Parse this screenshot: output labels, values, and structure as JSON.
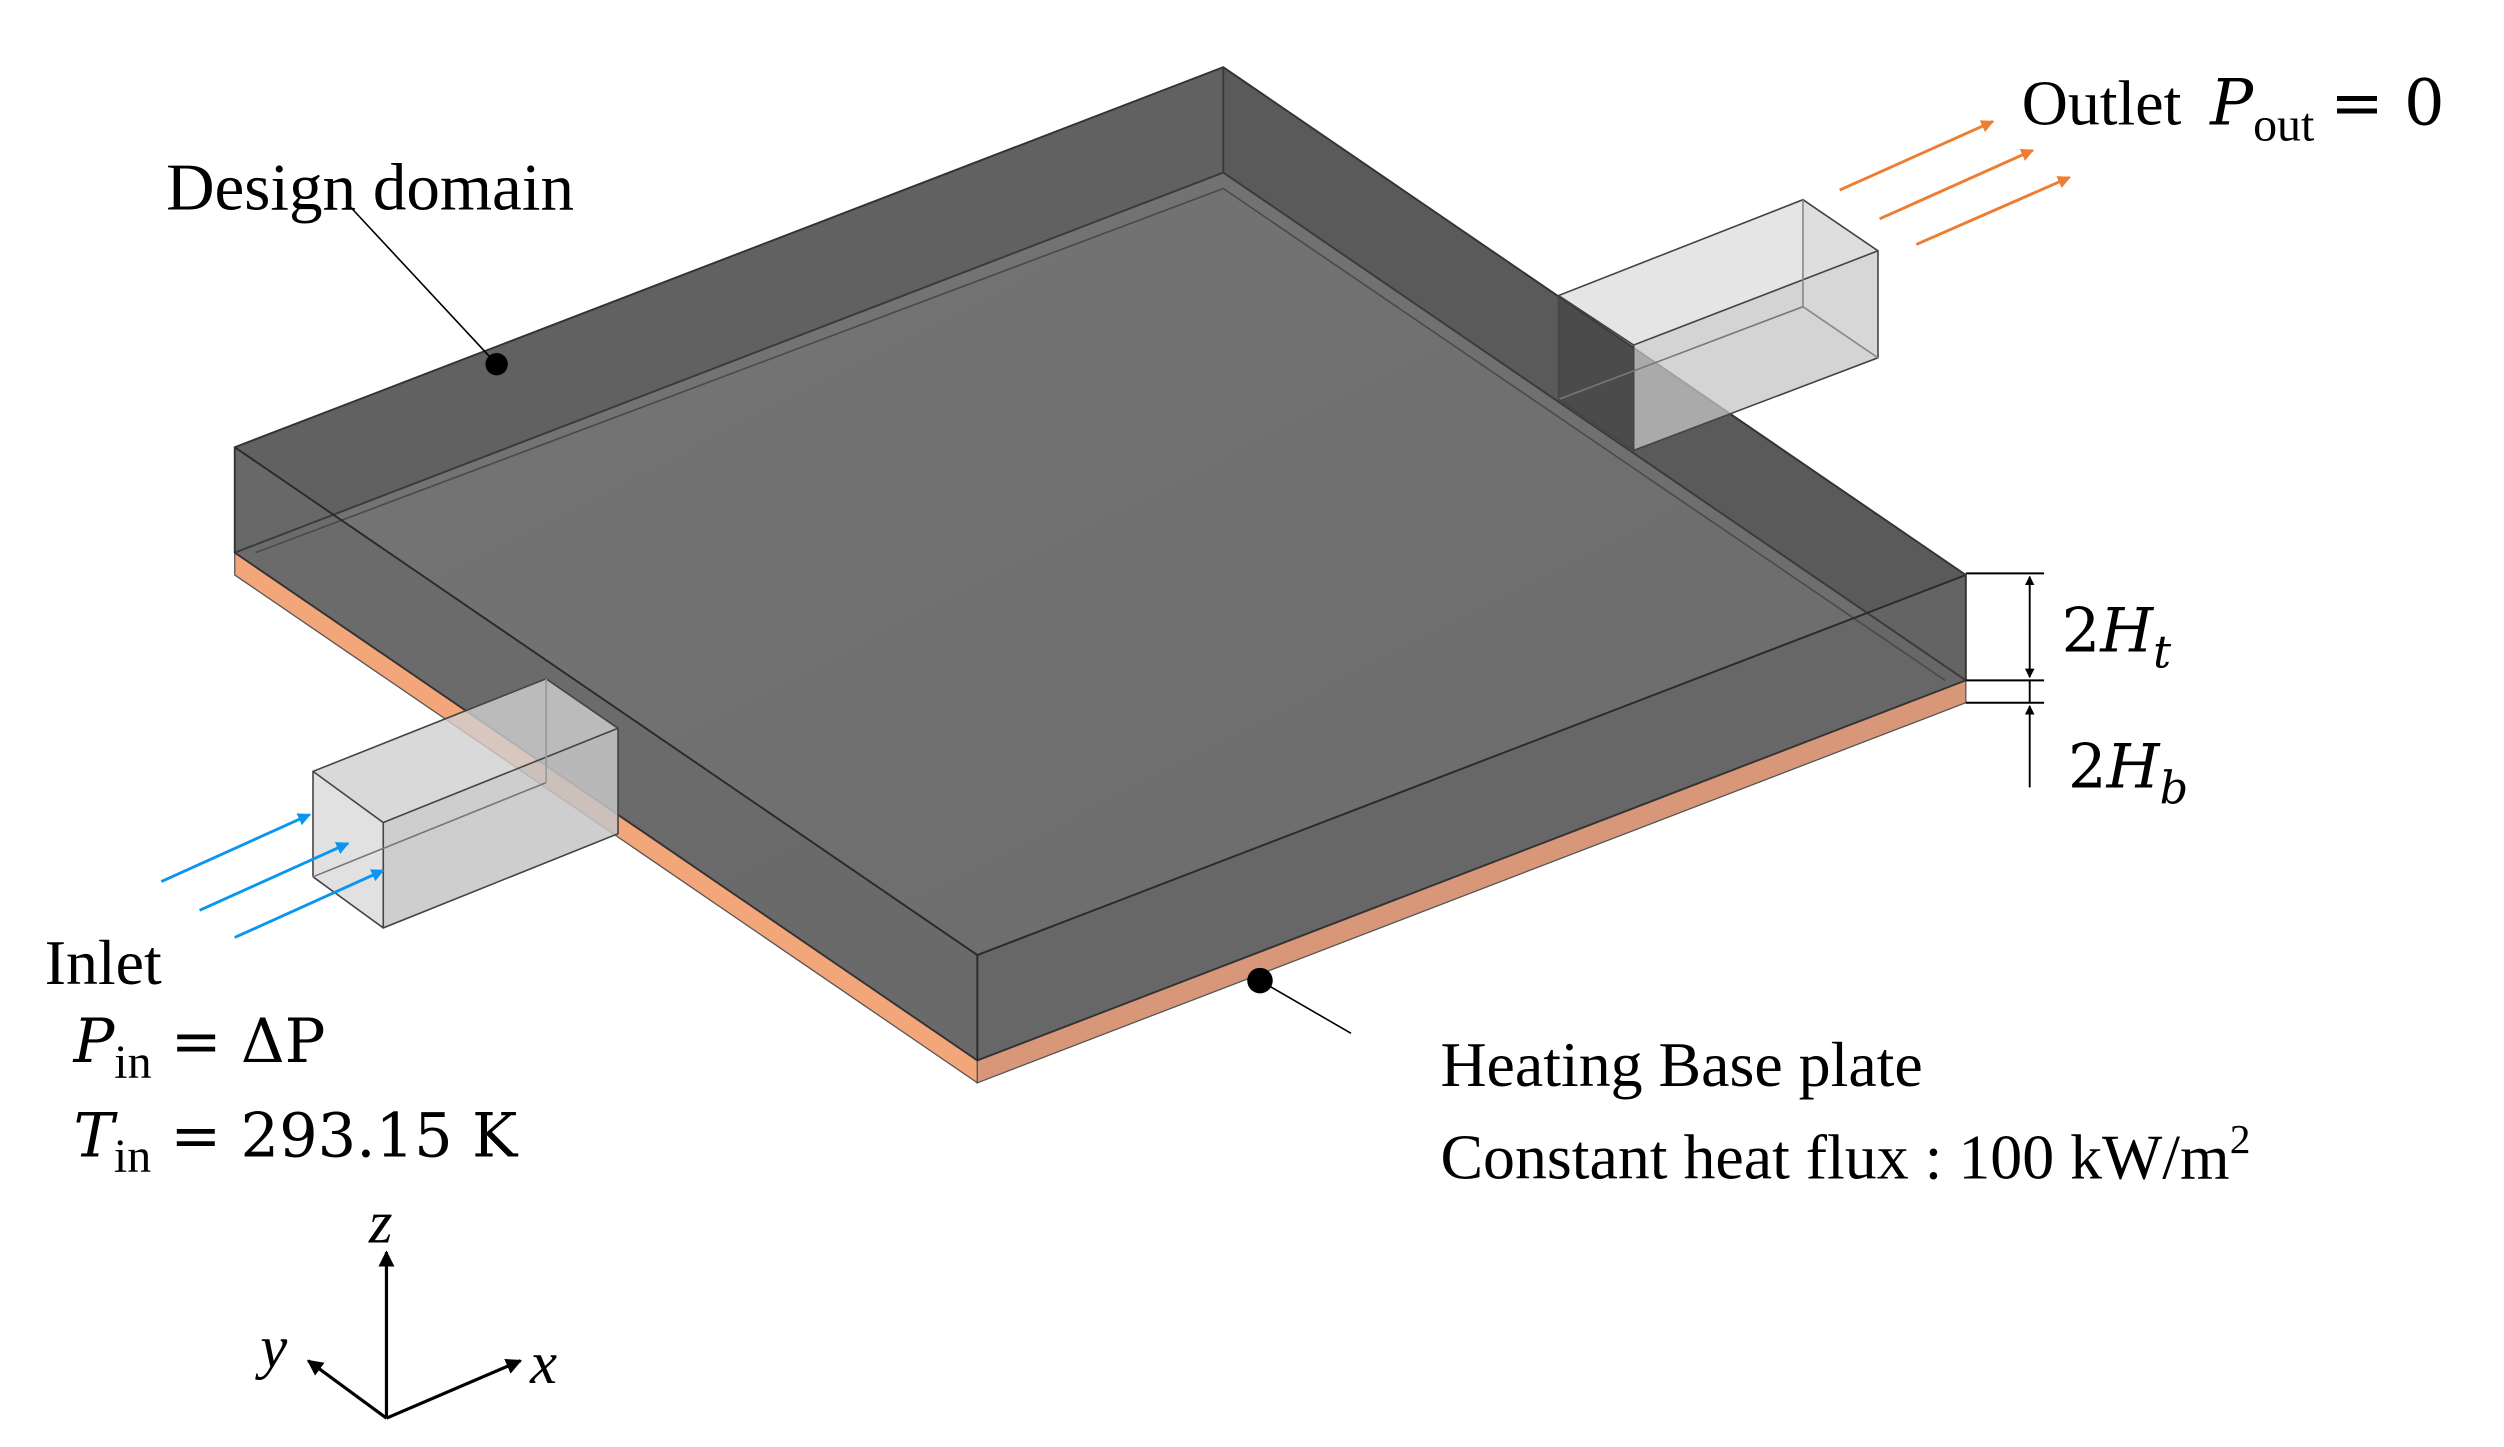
{
  "labels": {
    "design_domain": "Design domain",
    "outlet": {
      "prefix": "Outlet",
      "var": "P",
      "sub": "out",
      "rhs": "= 0"
    },
    "inlet": {
      "title": "Inlet",
      "pressure": {
        "var": "P",
        "sub": "in",
        "rhs": "= ΔP"
      },
      "temperature": {
        "var": "T",
        "sub": "in",
        "rhs": "= 293.15 K"
      }
    },
    "heating": {
      "line1": "Heating Base plate",
      "line2": "Constant heat flux : 100 kW/m",
      "line2_sup": "2"
    },
    "dimensions": {
      "top": {
        "coef": "2",
        "var": "H",
        "sub": "t"
      },
      "base": {
        "coef": "2",
        "var": "H",
        "sub": "b"
      }
    },
    "axes": {
      "x": "x",
      "y": "y",
      "z": "z"
    }
  },
  "colors": {
    "domain_top": "#707070",
    "domain_wall": "#5e5e5e",
    "base_plate": "#f2a679",
    "base_plate_front": "#d9977a",
    "port_box": "#d4d4d4",
    "inlet_arrow": "#0a96f0",
    "outlet_arrow": "#ed7d31",
    "edge": "#333333"
  }
}
